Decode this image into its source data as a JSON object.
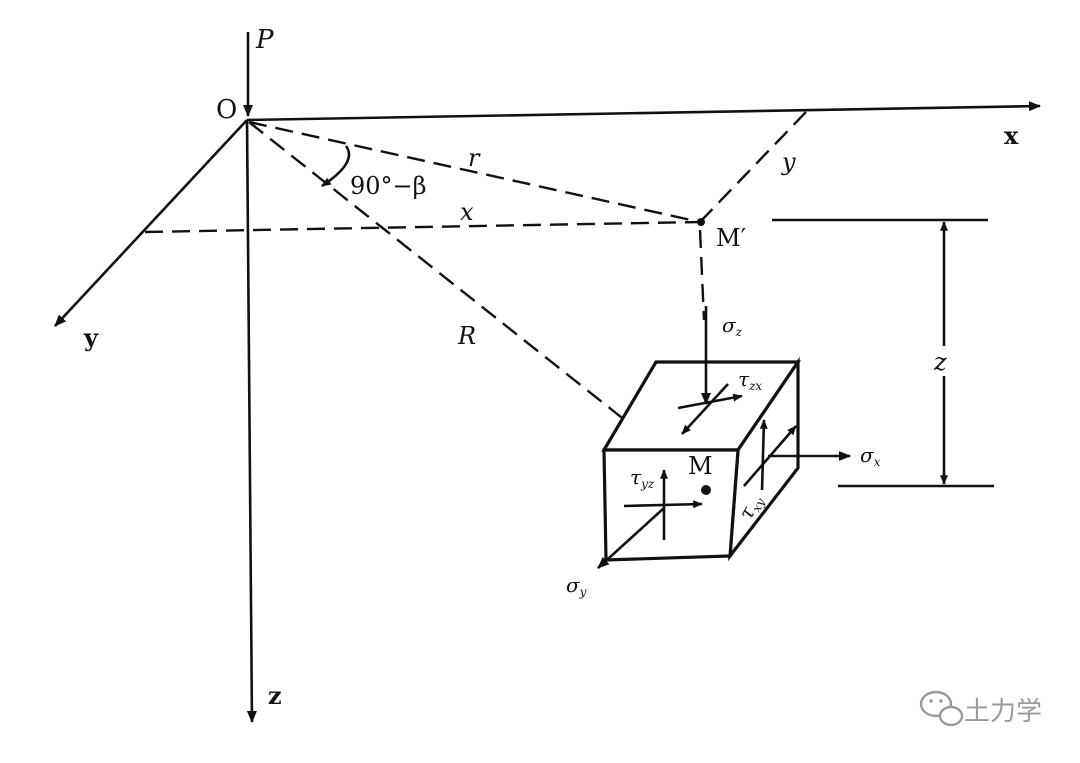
{
  "labels": {
    "P": "P",
    "O": "O",
    "x_axis": "x",
    "y_axis": "y",
    "z_axis": "z",
    "r": "r",
    "x_dist": "x",
    "y_dist": "y",
    "angle": "90°−β",
    "R": "R",
    "M_prime": "M′",
    "M": "M",
    "z_dim": "z"
  },
  "stresses": {
    "sigma_z": {
      "sym": "σ",
      "sub": "z"
    },
    "tau_zx": {
      "sym": "τ",
      "sub": "zx"
    },
    "tau_yz": {
      "sym": "τ",
      "sub": "yz"
    },
    "tau_xy": {
      "sym": "τ",
      "sub": "xy"
    },
    "sigma_x": {
      "sym": "σ",
      "sub": "x"
    },
    "sigma_y": {
      "sym": "σ",
      "sub": "y"
    }
  },
  "watermark": {
    "icon": "wechat-icon",
    "text": "土力学"
  }
}
